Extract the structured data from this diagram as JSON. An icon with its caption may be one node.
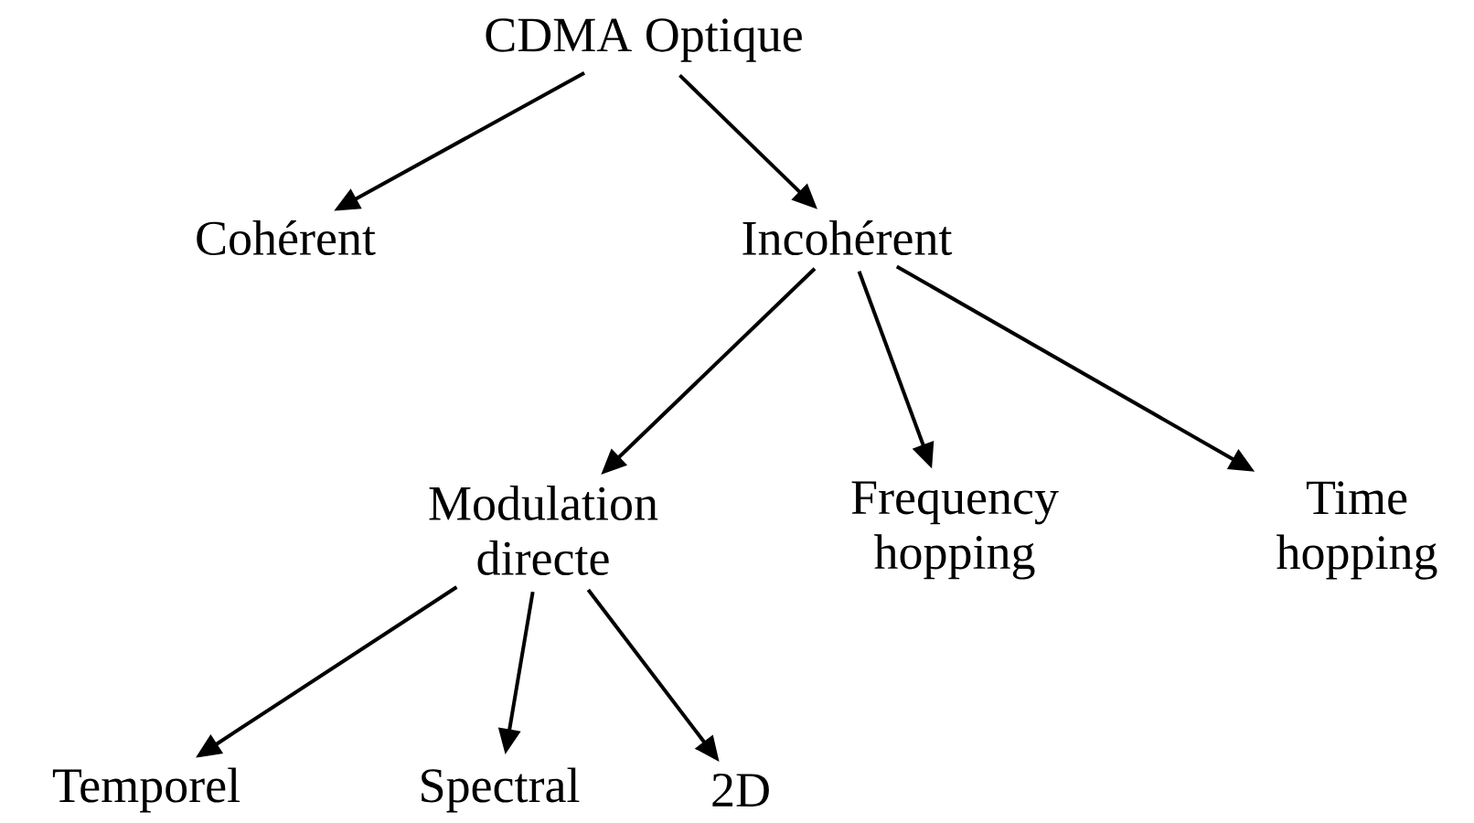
{
  "diagram": {
    "nodes": [
      {
        "text": [
          "CDMA Optique"
        ]
      },
      {
        "text": [
          "Cohérent"
        ]
      },
      {
        "text": [
          "Incohérent"
        ]
      },
      {
        "text": [
          "Modulation directe"
        ]
      },
      {
        "text": [
          "Frequency hopping"
        ]
      },
      {
        "text": [
          "Time hopping"
        ]
      },
      {
        "text": [
          "Temporel"
        ]
      },
      {
        "text": [
          "Spectral"
        ]
      },
      {
        "text": [
          "2D"
        ]
      }
    ],
    "edges": [
      {
        "from": 0,
        "to": 1,
        "arrow": "to"
      },
      {
        "from": 0,
        "to": 2,
        "arrow": "to"
      },
      {
        "from": 2,
        "to": 3,
        "arrow": "to"
      },
      {
        "from": 2,
        "to": 4,
        "arrow": "to"
      },
      {
        "from": 2,
        "to": 5,
        "arrow": "to"
      },
      {
        "from": 3,
        "to": 6,
        "arrow": "to"
      },
      {
        "from": 3,
        "to": 7,
        "arrow": "to"
      },
      {
        "from": 3,
        "to": 8,
        "arrow": "to"
      }
    ]
  }
}
